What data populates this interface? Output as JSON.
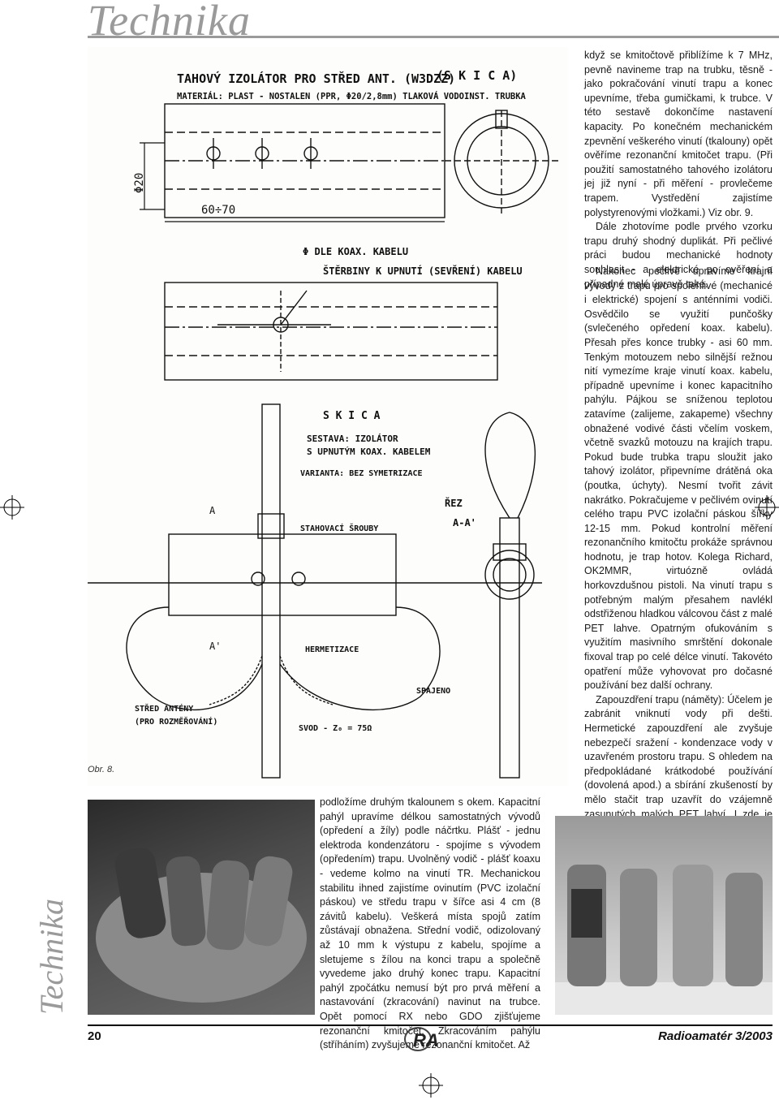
{
  "header": {
    "title": "Technika"
  },
  "side": {
    "title": "Technika"
  },
  "figure": {
    "caption": "Obr. 8.",
    "sketch1": {
      "title": "TAHOVÝ IZOLÁTOR PRO STŘED ANT. (W3DZZ)",
      "skica": "(S K I C A)",
      "material": "MATERIÁL: PLAST - NOSTALEN (PPR, Φ20/2,8mm) TLAKOVÁ VODOINST. TRUBKA",
      "dim_d": "Φ20",
      "dim_len": "60÷70",
      "kabel": "Φ DLE KOAX. KABELU",
      "sterbiny": "ŠTĚRBINY K UPNUTÍ (SEVŘENÍ) KABELU"
    },
    "sketch2": {
      "skica": "S K I C A",
      "sestava": "SESTAVA: IZOLÁTOR",
      "upnutym": "S UPNUTÝM KOAX. KABELEM",
      "varianta": "VARIANTA: BEZ SYMETRIZACE",
      "a": "A",
      "a2": "A'",
      "rez": "ŘEZ",
      "rez_aa": "A-A'",
      "stahovaci": "STAHOVACÍ ŠROUBY",
      "hermetizace": "HERMETIZACE",
      "spajeno": "SPÁJENO",
      "stred": "STŘED ANTÉNY",
      "rozmer": "(PRO ROZMĚŘOVÁNÍ)",
      "svod": "SVOD - Z₀ = 75Ω"
    }
  },
  "text": {
    "right_top": [
      "když se kmitočtově přiblížíme k 7 MHz, pevně navineme trap na trubku, těsně - jako pokračování vinutí trapu a konec upevníme, třeba gumičkami, k trubce. V této sestavě dokončíme nastavení kapacity. Po konečném mechanickém zpevnění veškerého vinutí (tkalouny) opět ověříme rezonanční kmitočet trapu. (Při použití samostatného tahového izolátoru jej již nyní - při měření - provlečeme trapem. Vystředění zajistíme polystyrenovými vložkami.) Viz obr. 9.",
      "Dále zhotovíme podle prvého vzorku trapu druhý shodný duplikát. Při pečlivé práci budou mechanické hodnoty souhlasit - a elektrické po ověření a případné malé úpravě také."
    ],
    "right_bottom": [
      "Nakonec pečlivě upravíme krajní vývody z trapu pro spolehlivé (mechanicé i elektrické) spojení s anténními vodiči. Osvědčilo se využití punčošky (svlečeného opředení koax. kabelu). Přesah přes konce trubky - asi 60 mm. Tenkým motouzem nebo silnější režnou nití vymezíme kraje vinutí koax. kabelu, případně upevníme i konec kapacitního pahýlu. Pájkou se sníženou teplotou zatavíme (zalijeme, zakapeme) všechny obnažené vodivé části včelím voskem, včetně svazků motouzu na krajích trapu. Pokud bude trubka trapu sloužit jako tahový izolátor, připevníme drátěná oka (poutka, úchyty). Nesmí tvořit závit nakrátko. Pokračujeme v pečlivém ovinutí celého trapu PVC izolační páskou šířky 12-15 mm. Pokud kontrolní měření rezonančního kmitočtu prokáže správnou hodnotu, je trap hotov. Kolega Richard, OK2MMR, virtuózně ovládá horkovzdušnou pistoli. Na vinutí trapu s potřebným malým přesahem navlékl odstřiženou hladkou válcovou část z malé PET lahve. Opatrným ofukováním s využitím masivního smrštění dokonale fixoval trap po celé délce vinutí. Takovéto opatření může vyhovovat pro dočasné používání bez další ochrany.",
      "Zapouzdření trapu (náměty): Účelem je zabránit vniknutí vody při dešti. Hermetické zapouzdření ale zvyšuje nebezpečí sražení - kondenzace vody v uzavřeném prostoru trapu. S ohledem na předpokládané krátkodobé používání (dovolená apod.) a sbírání zkušeností by mělo stačit trap uzavřít do vzájemně zasunutých malých PET lahví. I zde je nám osud příznivě nakloněn, protože láhev od Coca Coly má nepatrně odlišný průměr a lze ji dobře spojit zasunutím do jiné láhve. Vše je zřejmé z obrázku, včetně utěsnění."
    ],
    "middle": [
      "podložíme druhým tkalounem s okem. Kapacitní pahýl upravíme délkou samostatných vývodů (opředení a žíly) podle náčrtku. Plášť - jednu elektroda kondenzátoru - spojíme s vývodem (opředením) trapu. Uvolněný vodič - plášť koaxu - vedeme kolmo na vinutí TR. Mechanickou stabilitu ihned zajistíme ovinutím (PVC izolační páskou) ve středu trapu v šířce asi 4 cm (8 závitů kabelu). Veškerá místa spojů zatím zůstávají obnažena. Střední vodič, odizolovaný až 10 mm k výstupu z kabelu, spojíme a sletujeme s žílou na konci trapu a společně vyvedeme jako druhý konec trapu. Kapacitní pahýl zpočátku nemusí být pro prvá měření a nastavování (zkracování) navinut na trubce. Opět pomocí RX nebo GDO zjišťujeme rezonanční kmitočet. Zkracováním pahýlu (stříháním) zvyšujeme rezonanční kmitočet. Až"
    ]
  },
  "footer": {
    "page_number": "20",
    "journal": "Radioamatér 3/2003",
    "logo_text": "RA"
  },
  "colors": {
    "accent_gray": "#9a9a9a",
    "ink": "#111111"
  }
}
